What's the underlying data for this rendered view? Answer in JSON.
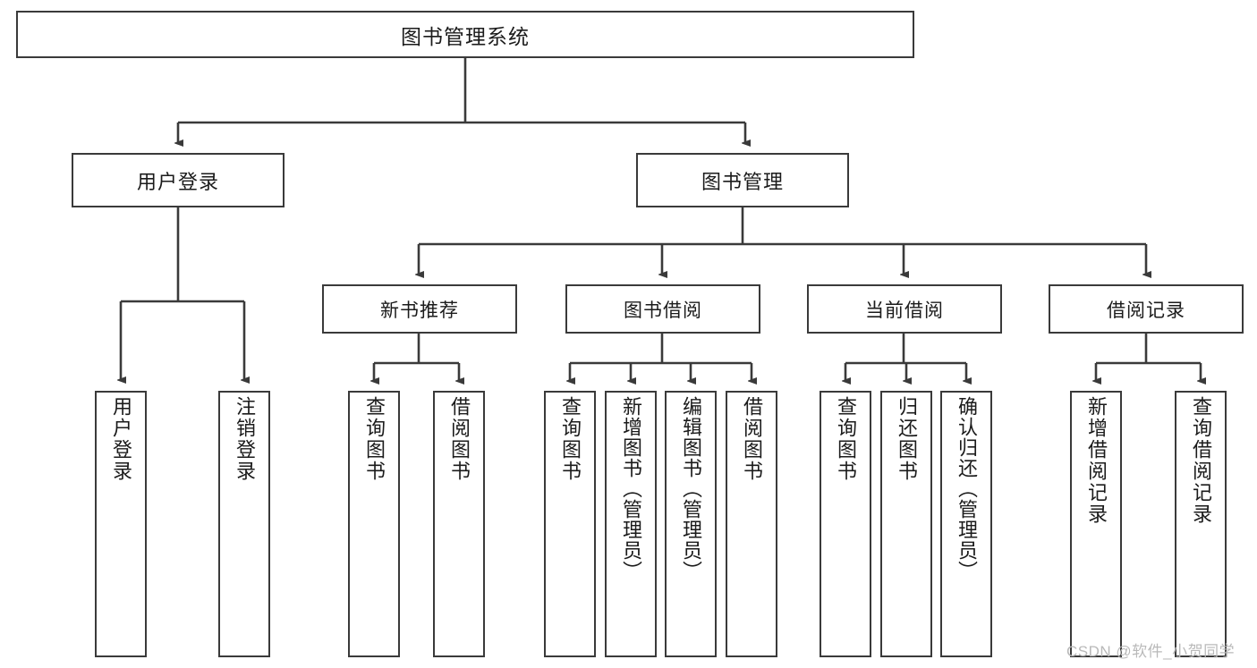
{
  "diagram": {
    "type": "tree",
    "title": "图书管理系统",
    "watermark": "CSDN @软件_小贺同学",
    "colors": {
      "box_border": "#3a3a3a",
      "connector": "#3a3a3a",
      "background": "#ffffff",
      "text": "#1b1b1b",
      "watermark": "#b9b9b9"
    },
    "nodes": {
      "root": {
        "label": "图书管理系统"
      },
      "level1": [
        {
          "label": "用户登录"
        },
        {
          "label": "图书管理"
        }
      ],
      "level2": [
        {
          "label": "新书推荐"
        },
        {
          "label": "图书借阅"
        },
        {
          "label": "当前借阅"
        },
        {
          "label": "借阅记录"
        }
      ],
      "leaves_user_login": [
        {
          "label": "用户登录"
        },
        {
          "label": "注销登录"
        }
      ],
      "leaves_new_book": [
        {
          "label": "查询图书"
        },
        {
          "label": "借阅图书"
        }
      ],
      "leaves_borrow": [
        {
          "label": "查询图书"
        },
        {
          "label": "新增图书（管理员）"
        },
        {
          "label": "编辑图书（管理员）"
        },
        {
          "label": "借阅图书"
        }
      ],
      "leaves_current": [
        {
          "label": "查询图书"
        },
        {
          "label": "归还图书"
        },
        {
          "label": "确认归还（管理员）"
        }
      ],
      "leaves_records": [
        {
          "label": "新增借阅记录"
        },
        {
          "label": "查询借阅记录"
        }
      ]
    }
  }
}
